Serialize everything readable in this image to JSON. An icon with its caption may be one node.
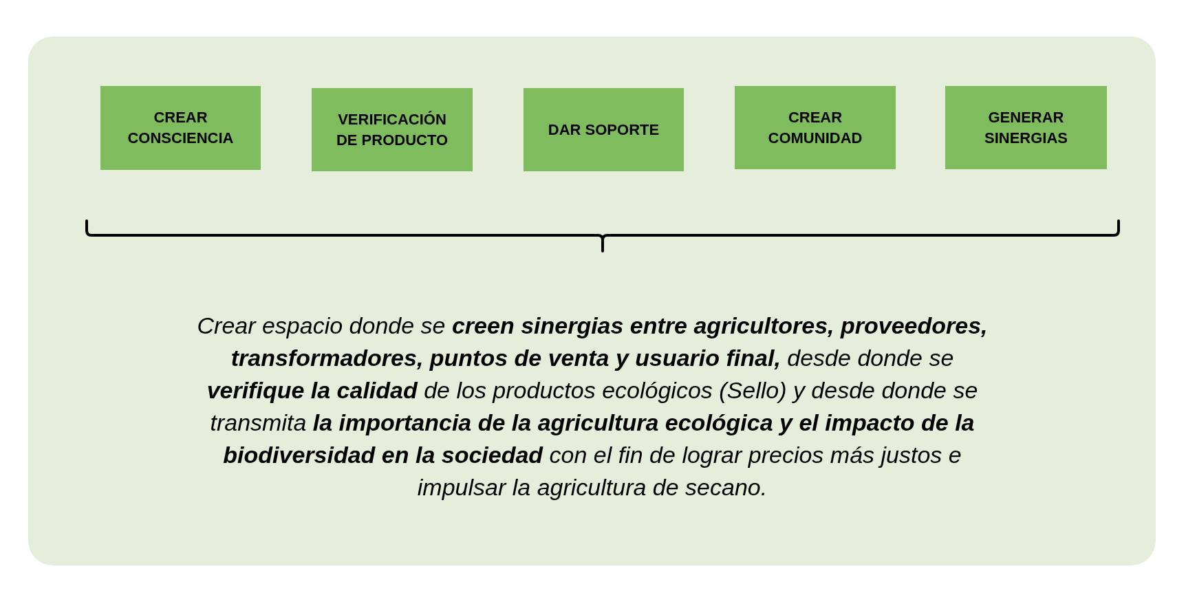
{
  "diagram": {
    "nodes": [
      {
        "text": [
          "Crear espacio donde se **creen sinergias entre agricultores, proveedores, transformadores, puntos de venta y usuario final,** desde donde se **verifique la calidad** de los productos ecológicos (Sello) y desde donde se transmita **la importancia de la agricultura ecológica y el impacto de la biodiversidad en la sociedad** con el fin de lograr precios más justos e impulsar la agricultura de secano."
        ]
      },
      {
        "text": [
          "CREAR CONSCIENCIA"
        ],
        "in": 0
      },
      {
        "text": [
          "VERIFICACIÓN DE PRODUCTO"
        ],
        "in": 0
      },
      {
        "text": [
          "DAR SOPORTE"
        ],
        "in": 0
      },
      {
        "text": [
          "CREAR COMUNIDAD"
        ],
        "in": 0
      },
      {
        "text": [
          "GENERAR SINERGIAS"
        ],
        "in": 0
      }
    ]
  }
}
